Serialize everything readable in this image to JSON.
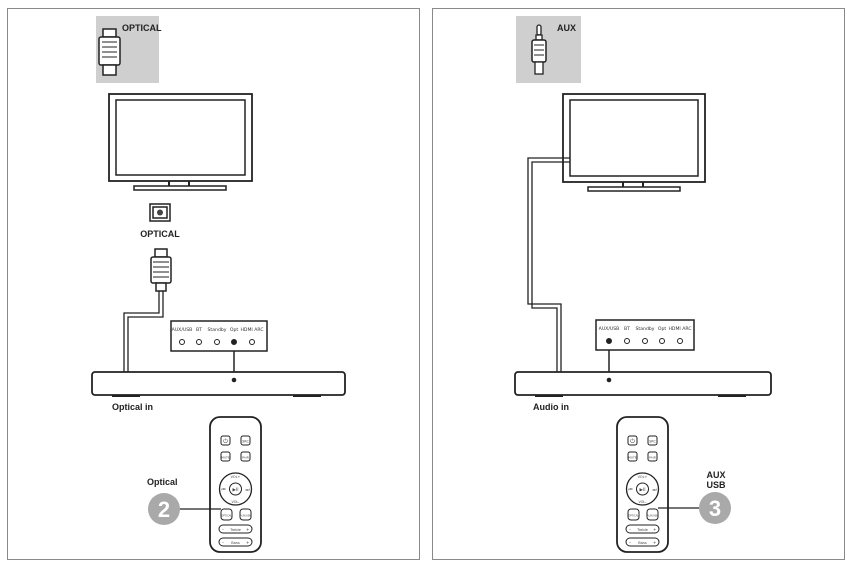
{
  "panels": [
    {
      "badge_label": "OPTICAL",
      "port_label": "OPTICAL",
      "input_label": "Optical in",
      "indicators": [
        "AUX/USB",
        "BT",
        "Standby",
        "Opt",
        "HDMI ARC"
      ],
      "active_indicator": 3,
      "step_label": "Optical",
      "step_number": "2"
    },
    {
      "badge_label": "AUX",
      "input_label": "Audio in",
      "indicators": [
        "AUX/USB",
        "BT",
        "Standby",
        "Opt",
        "HDMI ARC"
      ],
      "active_indicator": 0,
      "step_label_1": "AUX",
      "step_label_2": "USB",
      "step_number": "3"
    }
  ],
  "remote": {
    "row1": [
      "⏻",
      "SRC"
    ],
    "row2": [
      "MUTE",
      "PAIR"
    ],
    "dpad_up": "VOL+",
    "dpad_down": "VOL-",
    "dpad_center": "▶II",
    "row4": [
      "OPTICAL",
      "AUX/USB"
    ],
    "treble": "Treble",
    "bass": "Bass"
  }
}
